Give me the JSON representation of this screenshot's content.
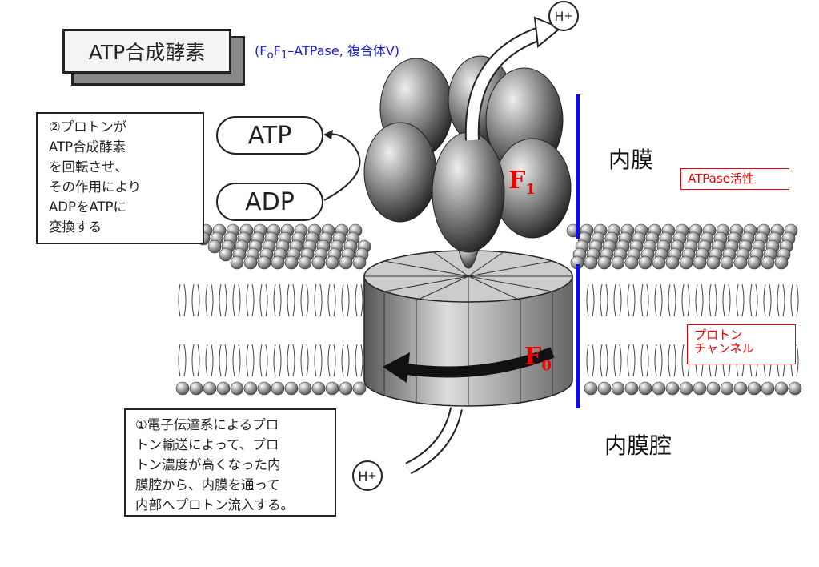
{
  "title": "ATP合成酵素",
  "subtitle": "(FoF1-ATPase, 複合体V)",
  "proton_top": "H+",
  "proton_bottom": "H+",
  "step2_lines": [
    "②プロトンが",
    "ATP合成酵素",
    "を回転させ、",
    "その作用により",
    "ADPをATPに",
    "変換する"
  ],
  "step1_lines": [
    "①電子伝達系によるプロ",
    "トン輸送によって、プロ",
    "トン濃度が高くなった内",
    "膜腔から、内膜を通って",
    "内部へプロトン流入する。"
  ],
  "atp_label": "ATP",
  "adp_label": "ADP",
  "inner_membrane": "内膜",
  "intermembrane_space": "内膜腔",
  "f1_label": "F",
  "f1_sub": "1",
  "f0_label": "F",
  "f0_sub": "0",
  "atpase_activity": "ATPase活性",
  "proton_channel_lines": [
    "プロトン",
    "チャンネル"
  ],
  "colors": {
    "blue_line": "#0a0aff",
    "red": "#e00000",
    "subtitle_blue": "#1a1adb"
  }
}
